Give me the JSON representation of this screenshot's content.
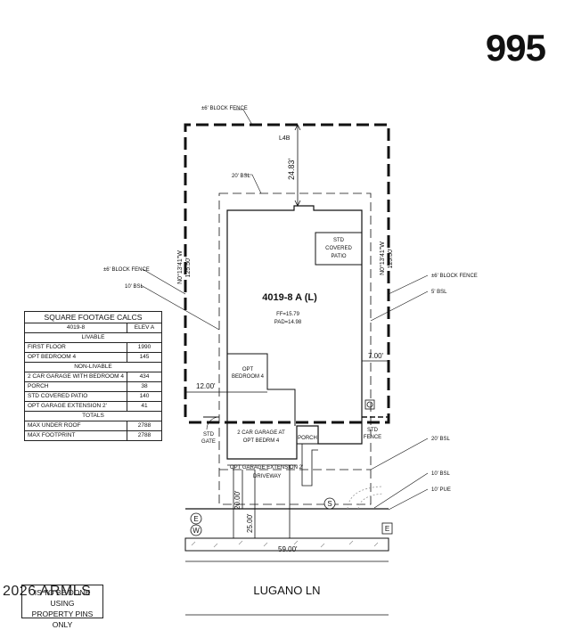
{
  "lot_number": "995",
  "labels": {
    "block_fence_top": "±6' BLOCK FENCE",
    "l4b": "L4B",
    "dim_top": "24.83'",
    "rear_bsl": "20' BSL",
    "std_covered_patio": "STD\nCOVERED\nPATIO",
    "left_bearing": "N0°13'41\"W\n125.50'",
    "right_bearing": "N0°13'41\"W\n125.50'",
    "block_fence_left": "±6' BLOCK FENCE",
    "bsl_left": "10' BSL",
    "block_fence_right": "±6' BLOCK FENCE",
    "bsl_right": "5' BSL",
    "plan_name": "4019-8 A (L)",
    "ff": "FF=15.79",
    "pad": "PAD=14.98",
    "dim_right": "7.00'",
    "opt_bedroom": "OPT\nBEDROOM 4",
    "dim_left": "12.00'",
    "garage": "2 CAR GARAGE AT\nOPT BEDRM 4",
    "porch": "PORCH",
    "std_gate": "STD\nGATE",
    "std_fence": "STD\nFENCE",
    "front_bsl": "20' BSL",
    "opt_garage_ext": "OPT GARAGE EXTENSION 2'",
    "driveway": "DRIVEWAY",
    "bsl_10": "10' BSL",
    "pue": "10' PUE",
    "dim_20": "20.00'",
    "dim_25": "25.00'",
    "dim_59": "59.00'",
    "street": "LUGANO LN",
    "e_marker": "E",
    "w_marker": "W",
    "s_marker": "S"
  },
  "table": {
    "title": "SQUARE FOOTAGE CALCS",
    "col1": "4019-8",
    "col2": "ELEV A",
    "section_livable": "LIVABLE",
    "livable": [
      {
        "label": "FIRST FLOOR",
        "value": "1990"
      },
      {
        "label": "OPT BEDROOM 4",
        "value": "145"
      }
    ],
    "section_non_livable": "NON-LIVABLE",
    "non_livable": [
      {
        "label": "2 CAR GARAGE WITH BEDROOM 4",
        "value": "434"
      },
      {
        "label": "PORCH",
        "value": "38"
      },
      {
        "label": "STD COVERED PATIO",
        "value": "140"
      },
      {
        "label": "OPT GARAGE EXTENSION 2'",
        "value": "41"
      }
    ],
    "section_totals": "TOTALS",
    "totals": [
      {
        "label": "MAX UNDER ROOF",
        "value": "2788"
      },
      {
        "label": "MAX FOOTPRINT",
        "value": "2788"
      }
    ]
  },
  "copyright": "2026 ARMLS",
  "note": "IS TO BE DONE USING\nPROPERTY PINS ONLY"
}
